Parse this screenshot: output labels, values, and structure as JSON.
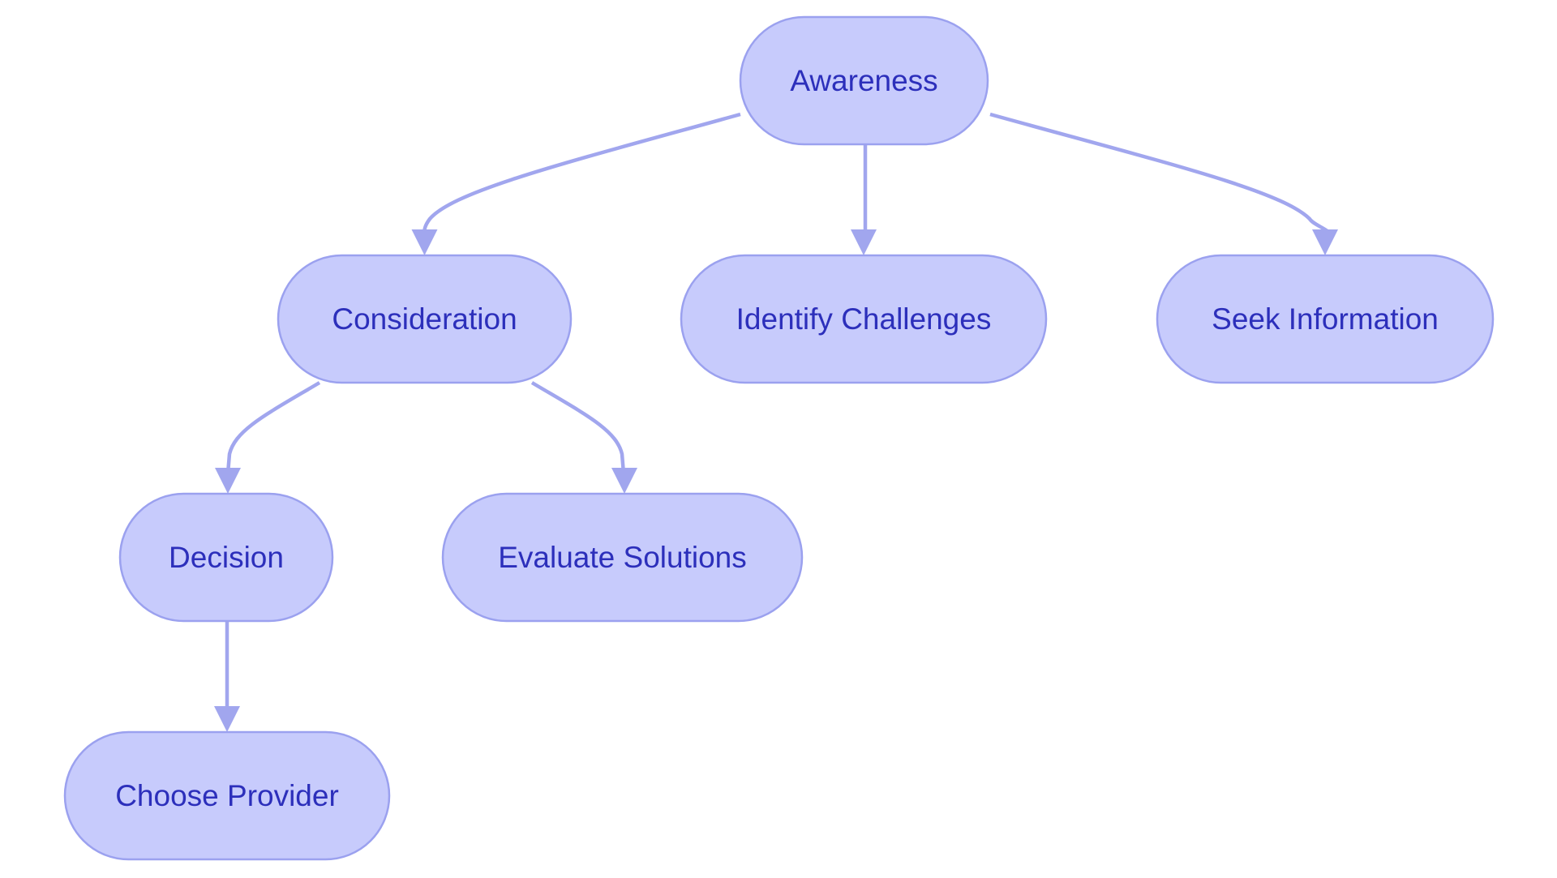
{
  "diagram": {
    "type": "flowchart",
    "direction": "top-down",
    "colors": {
      "node_fill": "#c7cbfc",
      "node_stroke": "#9ba1ef",
      "edge": "#a1a6ee",
      "text": "#2c2fbb",
      "background": "#ffffff"
    },
    "nodes": [
      {
        "id": "awareness",
        "label": "Awareness"
      },
      {
        "id": "consideration",
        "label": "Consideration"
      },
      {
        "id": "identify",
        "label": "Identify Challenges"
      },
      {
        "id": "seek",
        "label": "Seek Information"
      },
      {
        "id": "decision",
        "label": "Decision"
      },
      {
        "id": "evaluate",
        "label": "Evaluate Solutions"
      },
      {
        "id": "choose",
        "label": "Choose Provider"
      }
    ],
    "edges": [
      {
        "from": "awareness",
        "to": "consideration"
      },
      {
        "from": "awareness",
        "to": "identify"
      },
      {
        "from": "awareness",
        "to": "seek"
      },
      {
        "from": "consideration",
        "to": "decision"
      },
      {
        "from": "consideration",
        "to": "evaluate"
      },
      {
        "from": "decision",
        "to": "choose"
      }
    ]
  }
}
